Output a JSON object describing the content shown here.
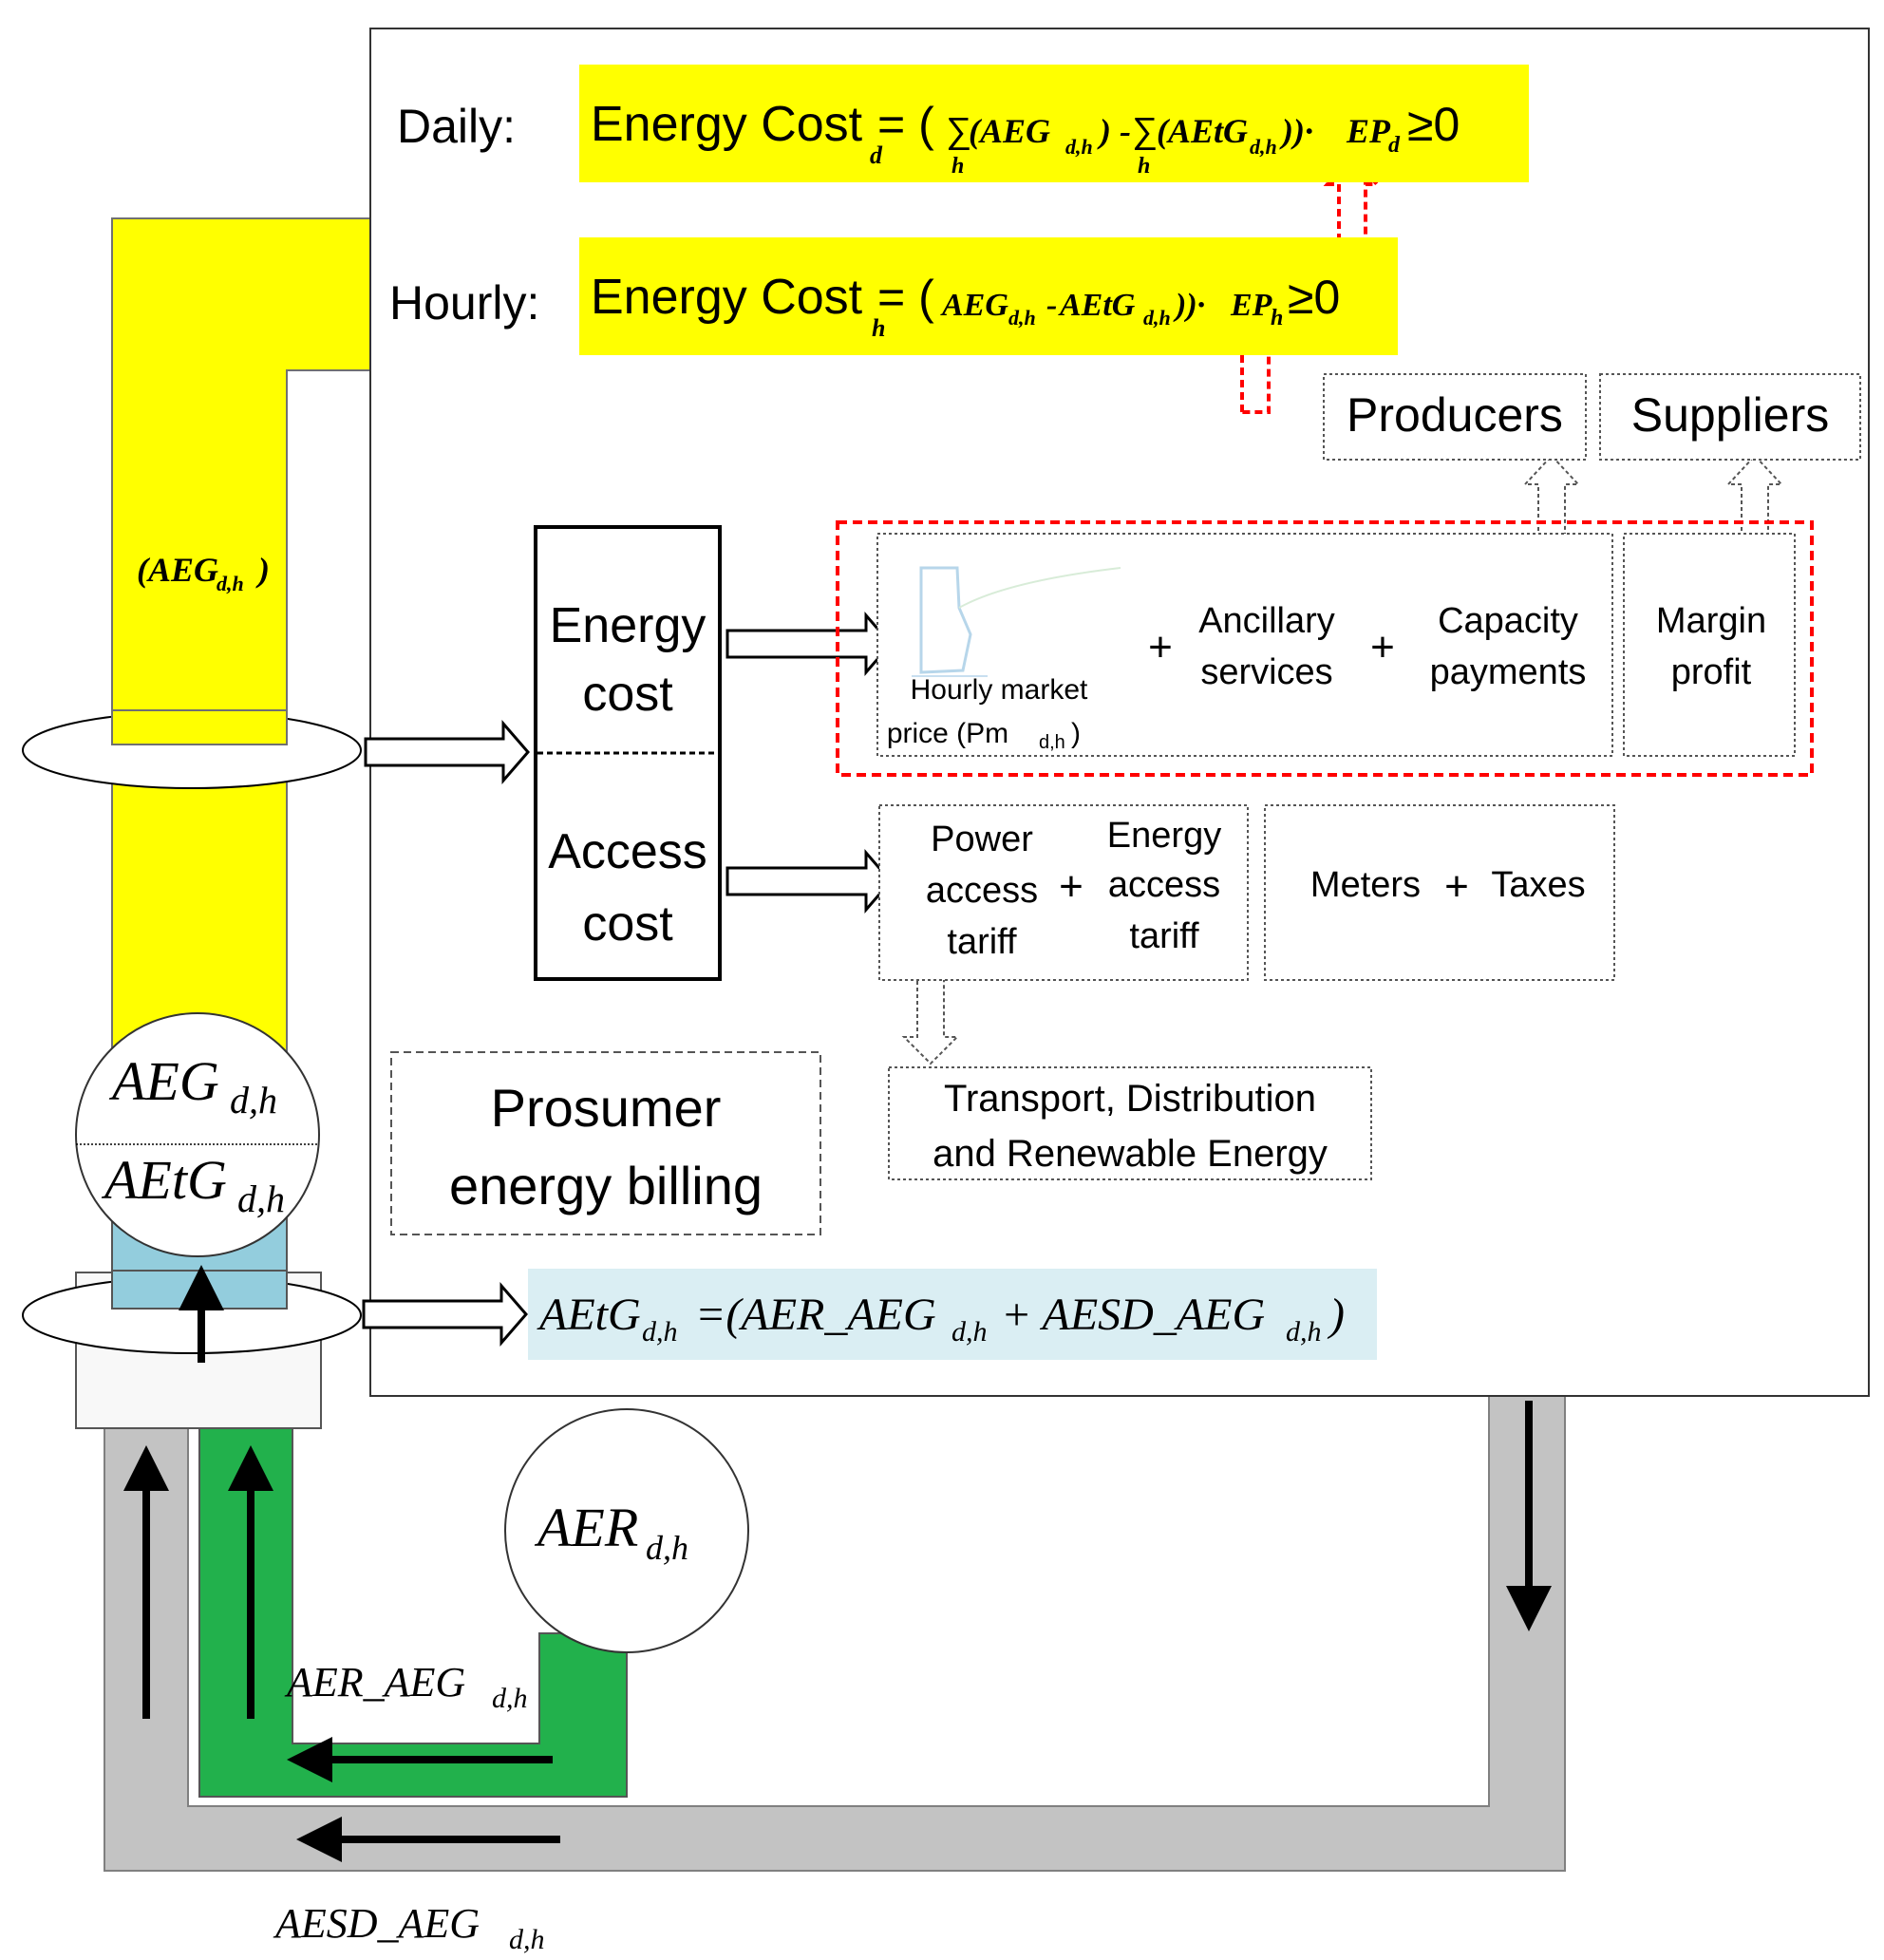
{
  "formulas": {
    "daily": {
      "label": "Daily:",
      "lhs": "Energy Cost",
      "lhs_sub": "d",
      "open": "= (",
      "sum1": "∑",
      "sum1_sub": "h",
      "term1": "(AEG",
      "term1_sub": "d,h",
      "term1_close": ") -",
      "sum2": "∑",
      "sum2_sub": "h",
      "term2": "(AEtG",
      "term2_sub": "d,h",
      "term2_close": "))·",
      "price": "EP",
      "price_sub": "d",
      "tail": "≥0"
    },
    "hourly": {
      "label": "Hourly:",
      "lhs": "Energy Cost",
      "lhs_sub": "h",
      "open": "= (",
      "term1": "AEG",
      "term1_sub": "d,h",
      "minus": "-",
      "term2": "AEtG",
      "term2_sub": "d,h",
      "term2_close": "))·",
      "price": "EP",
      "price_sub": "h",
      "tail": "≥0"
    }
  },
  "boxes": {
    "producers": "Producers",
    "suppliers": "Suppliers",
    "energy_cost": [
      "Energy",
      "cost"
    ],
    "access_cost": [
      "Access",
      "cost"
    ],
    "hourly_market": [
      "Hourly market",
      "price (Pm",
      "d,h",
      ")"
    ],
    "ancillary": [
      "Ancillary",
      "services"
    ],
    "capacity": [
      "Capacity",
      "payments"
    ],
    "margin": [
      "Margin",
      "profit"
    ],
    "power_access": [
      "Power",
      "access",
      "tariff"
    ],
    "energy_access": [
      "Energy",
      "access",
      "tariff"
    ],
    "meters": "Meters",
    "taxes": "Taxes",
    "transport": [
      "Transport, Distribution",
      "and Renewable Energy"
    ],
    "prosumer": [
      "Prosumer",
      "energy billing"
    ],
    "plus": "+"
  },
  "left_labels": {
    "aeg_bar": "(AEG",
    "aeg_bar_sub": "d,h",
    "aeg_bar_close": ")",
    "circle_top": "AEG",
    "circle_top_sub": "d,h",
    "circle_bottom": "AEtG",
    "circle_bottom_sub": "d,h",
    "aer": "AER",
    "aer_sub": "d,h",
    "aer_aeg": "AER_AEG",
    "aer_aeg_sub": "d,h",
    "aesd_aeg": "AESD_AEG",
    "aesd_aeg_sub": "d,h"
  },
  "aetg_formula": {
    "a": "AEtG",
    "a_sub": "d,h",
    "b": "=(AER_AEG",
    "b_sub": "d,h",
    "c": "+ AESD_AEG",
    "c_sub": "d,h",
    "d": " )"
  },
  "colors": {
    "yellow": "#ffff00",
    "light_blue": "#93cddd",
    "formula_blue": "#daeef3",
    "green": "#22b14c",
    "gray": "#c0c0c0",
    "red": "#ff0000"
  }
}
